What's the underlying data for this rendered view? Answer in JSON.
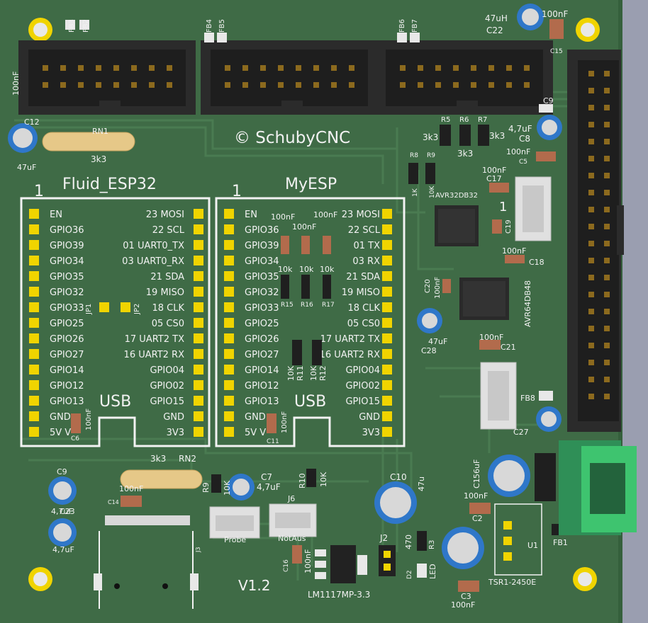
{
  "board": {
    "brand": "© SchubyCNC",
    "version": "V1.2",
    "colors": {
      "pcb": "#3f6b46",
      "pcb_dark": "#34593a",
      "trace": "#4c7e53",
      "silk": "#f2f2f2",
      "pad": "#f0d400",
      "header": "#2b2b2b",
      "terminal": "#3ec46f",
      "cap_blue": "#2f77c9"
    }
  },
  "modules": [
    {
      "title": "Fluid_ESP32",
      "pin1": "1",
      "usb": "USB",
      "left_pins": [
        "EN",
        "GPIO36",
        "GPIO39",
        "GPIO34",
        "GPIO35",
        "GPIO32",
        "GPIO33",
        "GPIO25",
        "GPIO26",
        "GPIO27",
        "GPIO14",
        "GPIO12",
        "GPIO13",
        "GND",
        "5V V"
      ],
      "right_pins": [
        "23 MOSI",
        "22 SCL",
        "01 UART0_TX",
        "03 UART0_RX",
        "21 SDA",
        "19 MISO",
        "18 CLK",
        "05 CS0",
        "17 UART2 TX",
        "16 UART2 RX",
        "GPIO04",
        "GPIO02",
        "GPIO15",
        "GND",
        "3V3"
      ]
    },
    {
      "title": "MyESP",
      "pin1": "1",
      "usb": "USB",
      "left_pins": [
        "EN",
        "GPIO36",
        "GPIO39",
        "GPIO34",
        "GPIO35",
        "GPIO32",
        "GPIO33",
        "GPIO25",
        "GPIO26",
        "GPIO27",
        "GPIO14",
        "GPIO12",
        "GPIO13",
        "GND",
        "5V V"
      ],
      "right_pins": [
        "23 MOSI",
        "22 SCL",
        "01 TX",
        "03 RX",
        "21 SDA",
        "19 MISO",
        "18 CLK",
        "05 CS0",
        "17 UART2 TX",
        "16 UART2 RX",
        "GPIO04",
        "GPIO02",
        "GPIO15",
        "GND",
        "3V3"
      ]
    }
  ],
  "labels": {
    "fb3": "FB3",
    "fb2": "FB2",
    "fb4": "FB4",
    "fb5": "FB5",
    "fb6": "FB6",
    "fb7": "FB7",
    "c22_val": "47uH",
    "c22": "C22",
    "c15_val": "100nF",
    "c15": "C15",
    "c12": "C12",
    "c12_val": "47uF",
    "left_100nf": "100nF",
    "rn1": "RN1",
    "rn1_val": "3k3",
    "r5": "R5",
    "r6": "R6",
    "r7": "R7",
    "r5_val": "3k3",
    "r6_val": "3k3",
    "r7_val": "3k3",
    "c8_val": "4,7uF",
    "c8": "C8",
    "c5_val": "100nF",
    "c5": "C5",
    "c9b": "C9",
    "r8": "R8",
    "r9": "R9",
    "r8_val": "1K",
    "r9_val": "10K",
    "avr32": "AVR32DB32",
    "c17_val": "100nF",
    "c17": "C17",
    "j_right_pin1": "1",
    "c19": "C19",
    "c18_val": "100nF",
    "c18": "C18",
    "c20": "C20",
    "c20_val": "100nF",
    "avr64": "AVR64DB48",
    "c28_val": "47uF",
    "c28": "C28",
    "c21_val": "100nF",
    "c21": "C21",
    "jp1": "JP1",
    "jp2": "JP2",
    "r15": "R15",
    "r16": "R16",
    "r17": "R17",
    "r_10k_a": "10k",
    "r_10k_b": "10k",
    "r_10k_c": "10k",
    "c_100nf_a": "100nF",
    "c_100nf_b": "100nF",
    "c_100nf_c": "100nF",
    "r11": "R11",
    "r12": "R12",
    "r11_val": "10K",
    "r12_val": "10K",
    "c6": "C6",
    "c6_val": "100nF",
    "c11": "C11",
    "c11_val": "100nF",
    "fb8": "FB8",
    "c27": "C27",
    "c1": "C1",
    "c1_val": "56uF",
    "c2_val": "100nF",
    "c2": "C2",
    "u1": "U1",
    "u1_val": "TSR1-2450E",
    "fb1": "FB1",
    "c3": "C3",
    "c3_val": "100nF",
    "rn2_val": "3k3",
    "rn2": "RN2",
    "r9b": "R9",
    "r9b_val": "10K",
    "c7": "C7",
    "c7_val": "4,7uF",
    "r10": "R10",
    "r10_val": "10K",
    "c10": "C10",
    "c10_val": "47u",
    "c9": "C9",
    "c9_val": "4,7uF",
    "c23": "C23",
    "c14_val": "100nF",
    "c14": "C14",
    "c4_val": "4,7uF",
    "j3": "J3",
    "probe": "Probe",
    "j6": "J6",
    "notaus": "NotAus",
    "c16": "C16",
    "c16_val": "100nF",
    "ldo": "LM1117MP-3.3",
    "j2": "J2",
    "r3": "R3",
    "r3_val": "470",
    "d2": "D2",
    "led": "LED"
  }
}
